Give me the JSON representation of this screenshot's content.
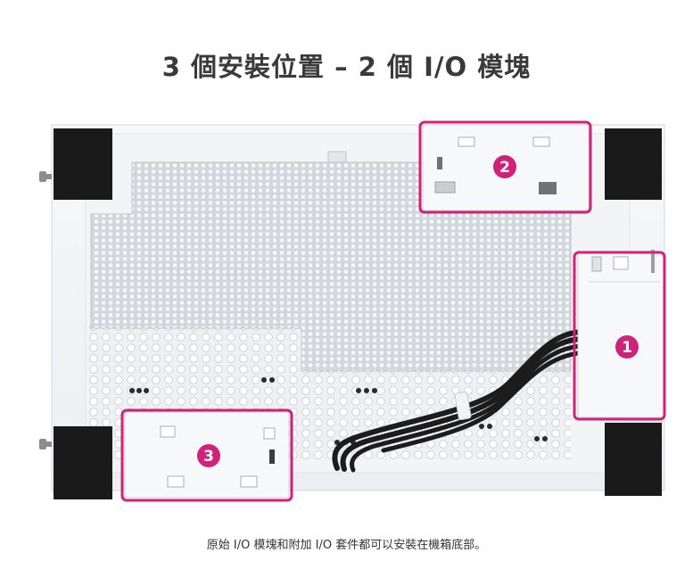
{
  "title": "3 個安裝位置 – 2 個 I/O 模塊",
  "caption": "原始 I/O 模塊和附加 I/O 套件都可以安裝在機箱底部。",
  "colors": {
    "highlight": "#d0227a",
    "panel": "#f4f5f7",
    "mesh": "#d9dbe0",
    "foot": "#1a1a1a",
    "cable": "#1c1c1c"
  },
  "locations": [
    {
      "label": "1"
    },
    {
      "label": "2"
    },
    {
      "label": "3"
    }
  ]
}
